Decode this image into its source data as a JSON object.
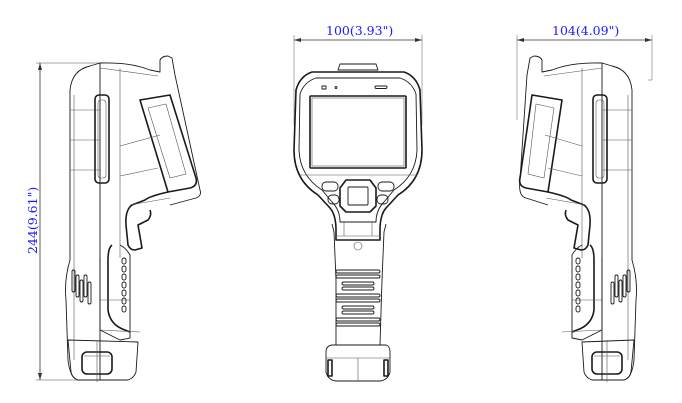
{
  "diagram": {
    "subject": "Handheld thermal imaging camera — dimensional drawing",
    "views": [
      {
        "name": "left-side-view",
        "position": "left"
      },
      {
        "name": "front-view",
        "position": "center"
      },
      {
        "name": "right-side-view",
        "position": "right"
      }
    ],
    "dimensions": {
      "height": {
        "label": "244(9.61\")",
        "mm": 244,
        "inches": 9.61,
        "orientation": "vertical"
      },
      "front_width": {
        "label": "100(3.93\")",
        "mm": 100,
        "inches": 3.93,
        "orientation": "horizontal"
      },
      "side_depth": {
        "label": "104(4.09\")",
        "mm": 104,
        "inches": 4.09,
        "orientation": "horizontal"
      }
    },
    "colors": {
      "dimension_text": "#1a1aff",
      "line": "#1a1a1a",
      "background": "#ffffff"
    }
  }
}
